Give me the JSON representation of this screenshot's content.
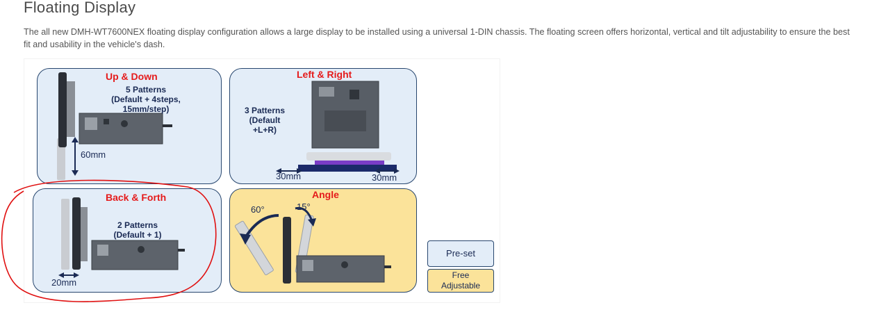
{
  "header": {
    "title": "Floating Display"
  },
  "intro": {
    "text": "The all new DMH-WT7600NEX floating display configuration allows a large display to be installed using a universal 1-DIN chassis. The floating screen offers horizontal, vertical and tilt adjustability to ensure the best fit and usability in the vehicle's dash."
  },
  "diagram": {
    "up_down": {
      "title": "Up & Down",
      "note_lines": [
        "5 Patterns",
        "(Default + 4steps,",
        "15mm/step)"
      ],
      "dimension": "60mm"
    },
    "left_right": {
      "title": "Left & Right",
      "note_lines": [
        "3 Patterns",
        "(Default",
        "+L+R)"
      ],
      "dimension_left": "30mm",
      "dimension_right": "30mm"
    },
    "back_forth": {
      "title": "Back & Forth",
      "note_lines": [
        "2 Patterns",
        "(Default + 1)"
      ],
      "dimension": "20mm"
    },
    "angle": {
      "title": "Angle",
      "angle_back": "60°",
      "angle_fwd": "15°"
    },
    "legend": {
      "preset": "Pre-set",
      "free_lines": [
        "Free",
        "Adjustable"
      ]
    }
  },
  "colors": {
    "title_red": "#e51b1b",
    "navy": "#1a2a54",
    "panel_blue": "#e3edf8",
    "panel_yellow": "#fbe39a",
    "annotation_red": "#e01010"
  }
}
